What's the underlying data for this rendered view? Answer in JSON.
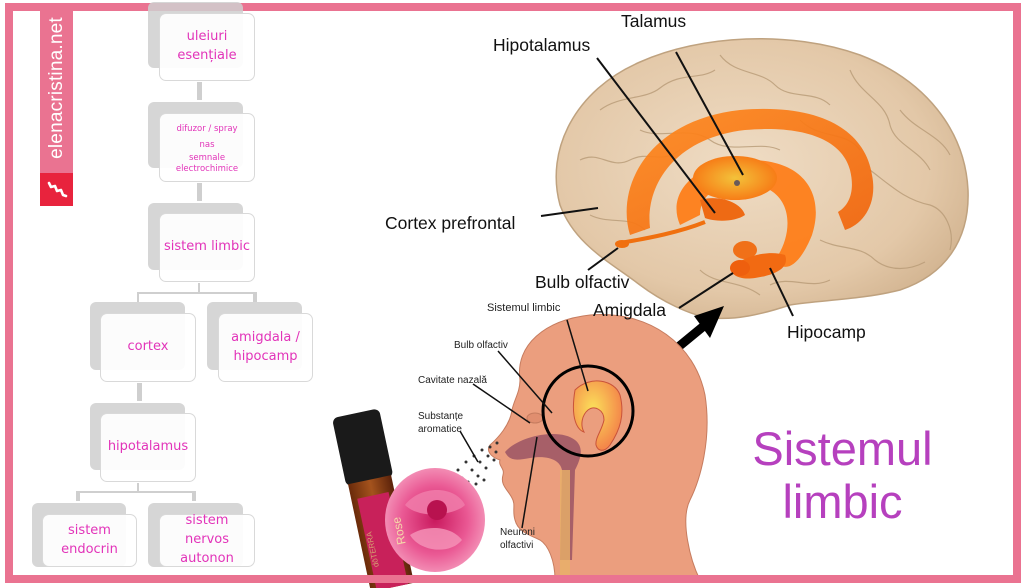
{
  "brand": {
    "site": "elenacristina.net",
    "frame_color": "#ea7391",
    "logo_mark_color": "#e8233d",
    "logo_icon": "zigzag-stair-icon"
  },
  "flowchart": {
    "text_color": "#e233b9",
    "nodes": [
      {
        "id": "oils",
        "lines": [
          "uleiuri",
          "esențiale"
        ]
      },
      {
        "id": "diffuser",
        "lines": [
          "difuzor / spray",
          "nas",
          "semnale",
          "electrochimice"
        ]
      },
      {
        "id": "limbic",
        "lines": [
          "sistem limbic"
        ]
      },
      {
        "id": "cortex",
        "lines": [
          "cortex"
        ]
      },
      {
        "id": "amygdala",
        "lines": [
          "amigdala /",
          "hipocamp"
        ]
      },
      {
        "id": "hypothalamus",
        "lines": [
          "hipotalamus"
        ]
      },
      {
        "id": "endocrine",
        "lines": [
          "sistem",
          "endocrin"
        ]
      },
      {
        "id": "autonomic",
        "lines": [
          "sistem nervos",
          "autonon"
        ]
      }
    ],
    "edges": [
      [
        "oils",
        "diffuser"
      ],
      [
        "diffuser",
        "limbic"
      ],
      [
        "limbic",
        "cortex"
      ],
      [
        "limbic",
        "amygdala"
      ],
      [
        "cortex",
        "hypothalamus"
      ],
      [
        "hypothalamus",
        "endocrine"
      ],
      [
        "hypothalamus",
        "autonomic"
      ]
    ]
  },
  "brain_labels": {
    "talamus": "Talamus",
    "hipotalamus": "Hipotalamus",
    "cortex_prefrontal": "Cortex prefrontal",
    "bulb_olfactiv": "Bulb olfactiv",
    "amigdala": "Amigdala",
    "hipocamp": "Hipocamp"
  },
  "head_labels": {
    "sistemul_limbic": "Sistemul limbic",
    "bulb_olfactiv": "Bulb olfactiv",
    "cavitate_nazala": "Cavitate nazală",
    "substante_aromatice": [
      "Substanțe",
      "aromatice"
    ],
    "neuroni_olfactivi": [
      "Neuroni",
      "olfactivi"
    ]
  },
  "product": {
    "bottle_label": "Rose",
    "brand_on_bottle": "dōTERRA"
  },
  "title": {
    "lines": [
      "Sistemul",
      "limbic"
    ],
    "color": "#b640be"
  }
}
